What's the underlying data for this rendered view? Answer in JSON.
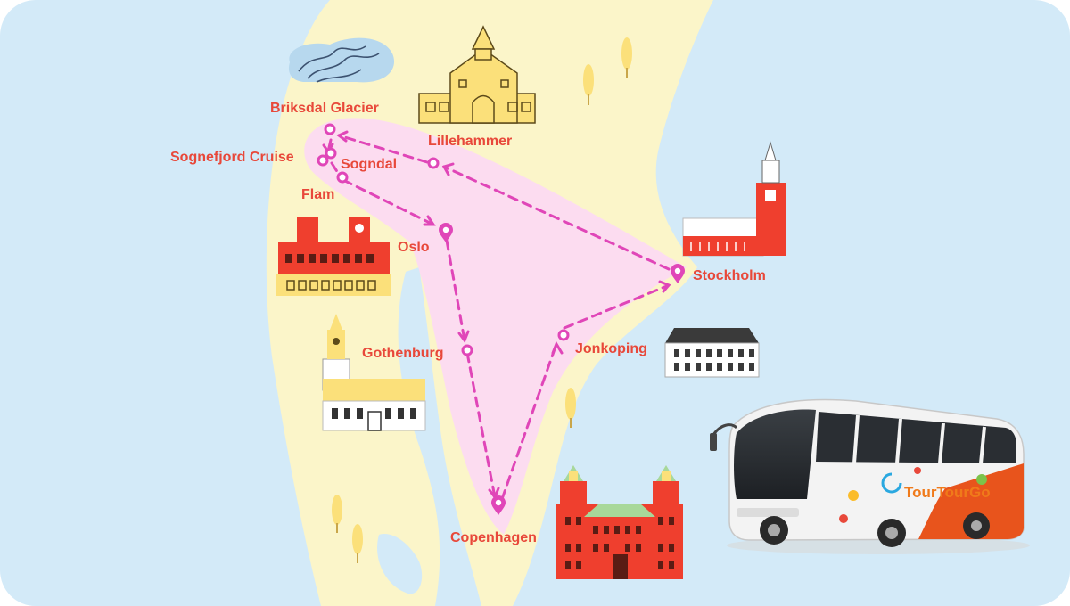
{
  "map": {
    "colors": {
      "sea": "#d3eaf8",
      "land": "#fbf5c9",
      "route_area": "#fcdcf0",
      "route_line": "#e046b8",
      "label": "#e8483a",
      "landmark_red": "#ef3f2e",
      "landmark_yellow": "#fbe07a"
    },
    "stops": [
      {
        "id": "briksdal-glacier",
        "label": "Briksdal Glacier"
      },
      {
        "id": "lillehammer",
        "label": "Lillehammer"
      },
      {
        "id": "sognefjord-cruise",
        "label": "Sognefjord Cruise"
      },
      {
        "id": "sogndal",
        "label": "Sogndal"
      },
      {
        "id": "flam",
        "label": "Flam"
      },
      {
        "id": "oslo",
        "label": "Oslo"
      },
      {
        "id": "stockholm",
        "label": "Stockholm"
      },
      {
        "id": "gothenburg",
        "label": "Gothenburg"
      },
      {
        "id": "jonkoping",
        "label": "Jonkoping"
      },
      {
        "id": "copenhagen",
        "label": "Copenhagen"
      }
    ]
  },
  "bus": {
    "logo_text": "TourTourGo",
    "body_color": "#f3f3f3",
    "accent_color": "#e8541c"
  }
}
